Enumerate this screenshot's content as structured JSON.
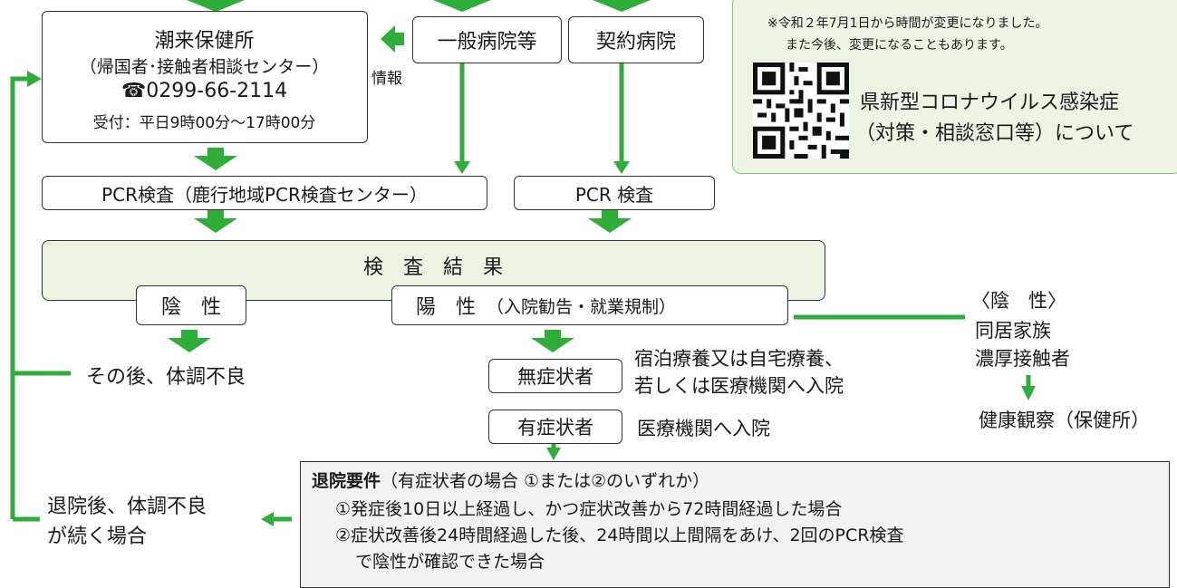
{
  "colors": {
    "accent": "#2eae39",
    "panel_bg": "#eef4e4",
    "panel_border": "#8cc36a",
    "box_border": "#333333",
    "note_bg": "#f2f2f2"
  },
  "hokenjo": {
    "title": "潮来保健所",
    "subtitle": "（帰国者･接触者相談センター）",
    "phone_icon": "☎",
    "phone": "0299-66-2114",
    "hours": "受付：平日9時00分～17時00分"
  },
  "info_label": "情報",
  "general_hospital": "一般病院等",
  "contract_hospital": "契約病院",
  "info_panel": {
    "note_line1": "※令和２年7月1日から時間が変更になりました。",
    "note_line2": "また今後、変更になることもあります。",
    "qr_icon": "qr-code",
    "link_line1": "県新型コロナウイルス感染症",
    "link_line2": "（対策・相談窓口等）について"
  },
  "pcr_left": "PCR検査（鹿行地域PCR検査センター）",
  "pcr_right": "PCR 検査",
  "result_title": "検　査　結　果",
  "negative": "陰　性",
  "positive_main": "陽　性",
  "positive_note": "（入院勧告・就業規制）",
  "after_negative": "その後、体調不良",
  "asymptomatic": "無症状者",
  "asymptomatic_note1": "宿泊療養又は自宅療養、",
  "asymptomatic_note2": "若しくは医療機関へ入院",
  "symptomatic": "有症状者",
  "symptomatic_note": "医療機関へ入院",
  "contacts": {
    "heading": "〈陰　性〉",
    "line1": "同居家族",
    "line2": "濃厚接触者",
    "result": "健康観察（保健所）"
  },
  "discharge": {
    "heading": "退院要件",
    "heading_note": "（有症状者の場合 ①または②のいずれか）",
    "item1": "①発症後10日以上経過し、かつ症状改善から72時間経過した場合",
    "item2a": "②症状改善後24時間経過した後、24時間以上間隔をあけ、2回のPCR検査",
    "item2b": "で陰性が確認できた場合"
  },
  "after_discharge_line1": "退院後、体調不良",
  "after_discharge_line2": "が続く場合"
}
